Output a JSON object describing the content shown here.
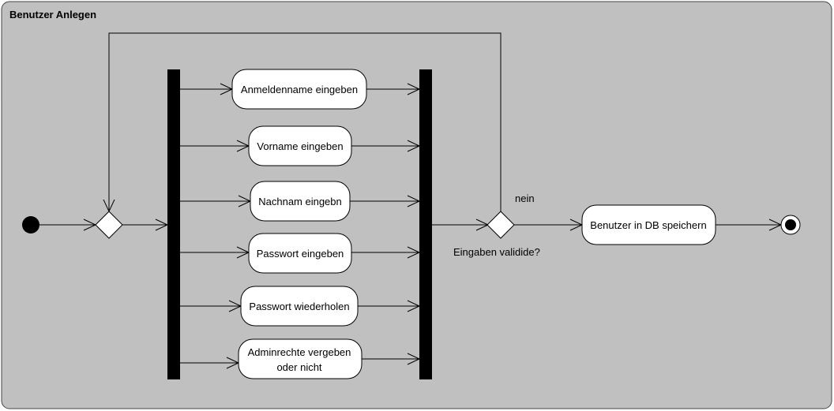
{
  "diagram": {
    "frame_title": "Benutzer Anlegen",
    "actions": {
      "anmeldename": [
        "Anmeldenname eingeben"
      ],
      "vorname": [
        "Vorname eingeben"
      ],
      "nachname": [
        "Nachnam eingebn"
      ],
      "passwort": [
        "Passwort eingeben"
      ],
      "passwort_wdh": [
        "Passwort wiederholen"
      ],
      "adminrechte": [
        "Adminrechte vergeben",
        "oder nicht"
      ],
      "speichern": [
        "Benutzer in DB speichern"
      ]
    },
    "decision_label": "Eingaben validide?",
    "guard_no": "nein"
  },
  "colors": {
    "frame_fill": "#c0c0c0",
    "node_fill": "#ffffff",
    "line": "#000000"
  }
}
